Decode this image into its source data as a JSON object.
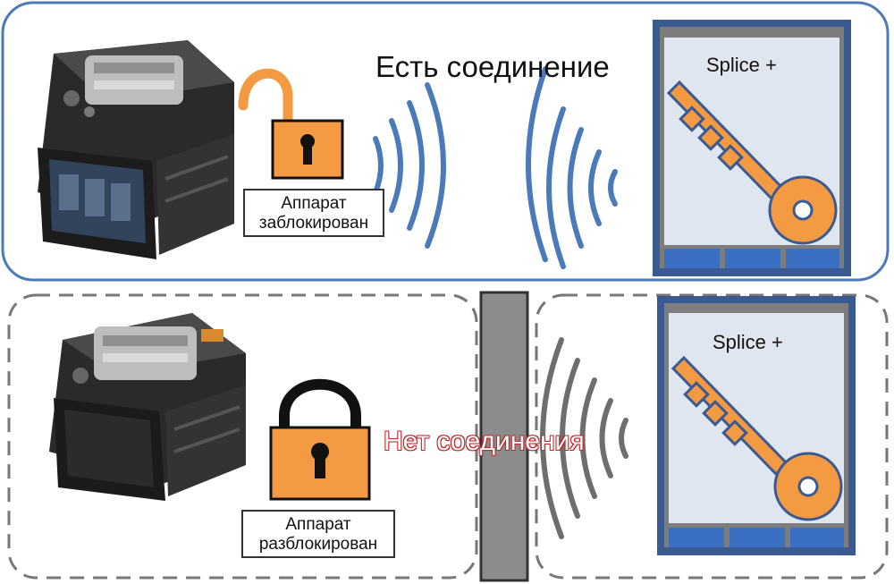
{
  "top_panel": {
    "status_text": "Есть соединение",
    "lock_label_line1": "Аппарат",
    "lock_label_line2": "заблокирован",
    "key_title": "Splice +",
    "border_color": "#4a7ab8",
    "lock_state": "open"
  },
  "bottom_panel": {
    "status_text": "Нет соединения",
    "lock_label_line1": "Аппарат",
    "lock_label_line2": "разблокирован",
    "key_title": "Splice +",
    "border_color": "#777777",
    "lock_state": "closed"
  },
  "colors": {
    "signal_connected": "#4a7ab8",
    "signal_blocked": "#6e6e6e",
    "lock_body": "#f39a43",
    "lock_shackle_open": "#f39a43",
    "lock_shackle_closed": "#111111",
    "key_color": "#f39a43",
    "dongle_frame": "#3a5a92",
    "dongle_screen": "#dfe6f0",
    "barrier": "#8c8c8c",
    "no_connection_text": "#c0262c"
  },
  "icons": {
    "fusion_splicer": "fusion-splicer-device",
    "padlock": "padlock-icon",
    "signal": "wireless-signal-icon",
    "key": "key-icon",
    "barrier": "wall-barrier"
  }
}
